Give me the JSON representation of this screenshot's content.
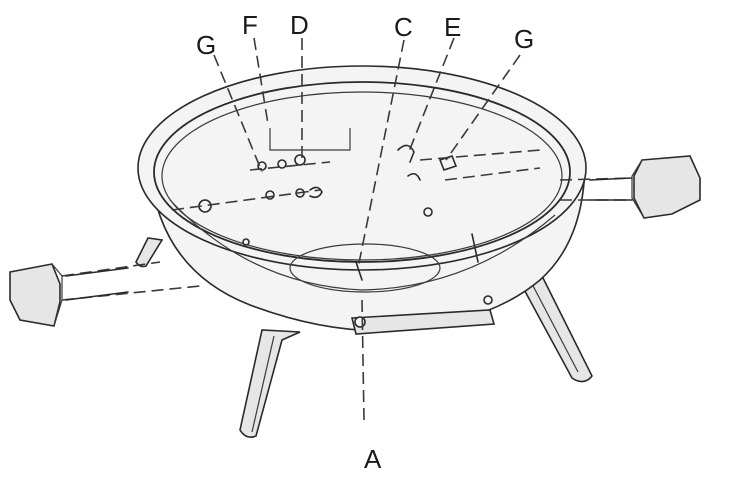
{
  "diagram": {
    "labels": {
      "g_left": "G",
      "f": "F",
      "d": "D",
      "c": "C",
      "e": "E",
      "g_right": "G",
      "a": "A"
    }
  }
}
